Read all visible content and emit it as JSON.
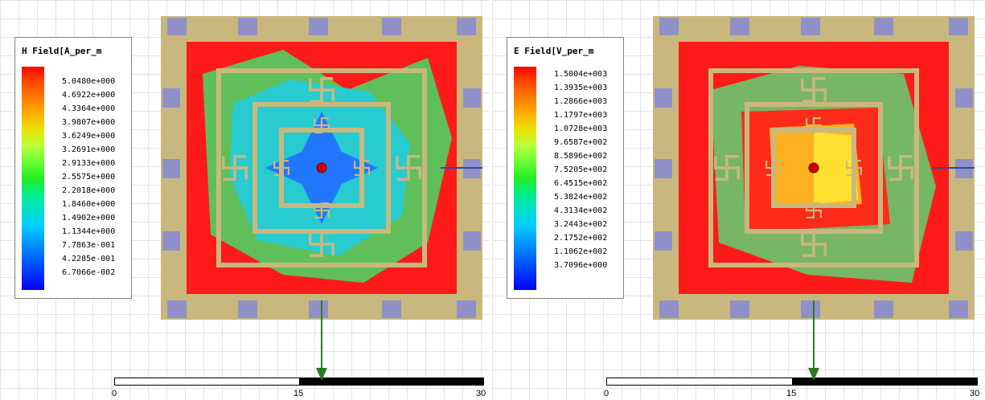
{
  "panels": [
    {
      "id": "h",
      "legend_title": "H Field[A_per_m",
      "legend_values": [
        "5.0480e+000",
        "4.6922e+000",
        "4.3364e+000",
        "3.9807e+000",
        "3.6249e+000",
        "3.2691e+000",
        "2.9133e+000",
        "2.5575e+000",
        "2.2018e+000",
        "1.8460e+000",
        "1.4902e+000",
        "1.1344e+000",
        "7.7863e-001",
        "4.2285e-001",
        "6.7066e-002"
      ],
      "scale_ticks": [
        "0",
        "15",
        "30"
      ]
    },
    {
      "id": "e",
      "legend_title": "E Field[V_per_m",
      "legend_values": [
        "1.5004e+003",
        "1.3935e+003",
        "1.2866e+003",
        "1.1797e+003",
        "1.0728e+003",
        "9.6587e+002",
        "8.5896e+002",
        "7.5205e+002",
        "6.4515e+002",
        "5.3824e+002",
        "4.3134e+002",
        "3.2443e+002",
        "2.1752e+002",
        "1.1062e+002",
        "3.7096e+000"
      ],
      "scale_ticks": [
        "0",
        "15",
        "30"
      ]
    }
  ],
  "colors": {
    "red": "#ff1a1a",
    "substrate": "#c9b87e",
    "pad": "#9090c8",
    "arrow": "#2a7a2a",
    "port_line": "#3344aa"
  },
  "legend_colors": [
    "#ff0000",
    "#ff4a00",
    "#ff7e00",
    "#ffb000",
    "#e6e600",
    "#b5ff3a",
    "#66ff33",
    "#22ee22",
    "#00ee88",
    "#00e0cc",
    "#00ccff",
    "#0099ff",
    "#0066ff",
    "#0033ff",
    "#0000ee"
  ]
}
